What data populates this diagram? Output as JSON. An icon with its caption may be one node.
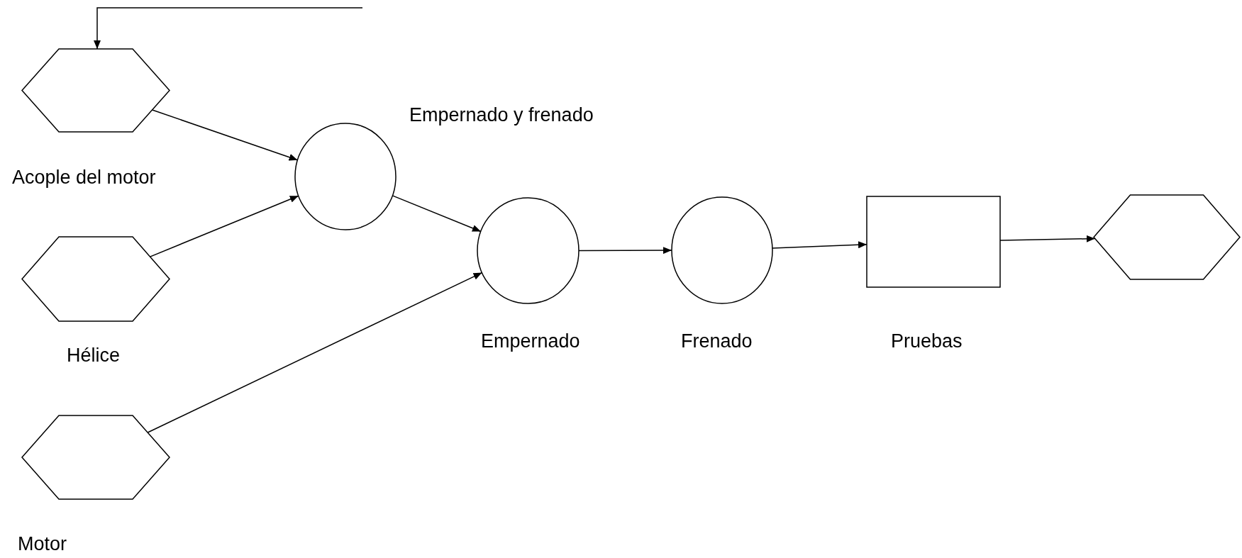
{
  "diagram": {
    "nodes": [
      {
        "text": [
          "Acople del motor"
        ]
      },
      {
        "text": [
          "Hélice"
        ]
      },
      {
        "text": [
          "Motor"
        ]
      },
      {
        "text": [
          "Empernado y frenado"
        ]
      },
      {
        "text": [
          "Empernado"
        ]
      },
      {
        "text": [
          "Frenado"
        ]
      },
      {
        "text": [
          "Pruebas"
        ]
      },
      {
        "text": [],
        "shape": "hexagon"
      }
    ],
    "edges": [
      {
        "from": null,
        "to": 0,
        "arrow": "to"
      },
      {
        "from": 0,
        "to": 3,
        "arrow": "to"
      },
      {
        "from": 1,
        "to": 3,
        "arrow": "to"
      },
      {
        "from": 3,
        "to": 4,
        "arrow": "to"
      },
      {
        "from": 2,
        "to": 4,
        "arrow": "to"
      },
      {
        "from": 4,
        "to": 5,
        "arrow": "to"
      },
      {
        "from": 5,
        "to": 6,
        "arrow": "to"
      },
      {
        "from": 6,
        "to": 7,
        "arrow": "to"
      }
    ]
  }
}
